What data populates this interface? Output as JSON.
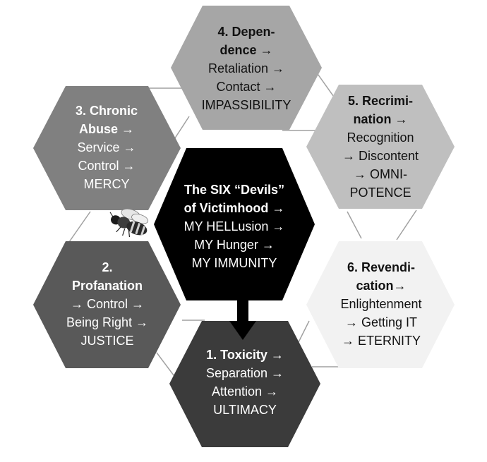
{
  "diagram": {
    "colors": {
      "center": "#000000",
      "hex1": "#3b3b3b",
      "hex2": "#595959",
      "hex3": "#808080",
      "hex4": "#a6a6a6",
      "hex5": "#bfbfbf",
      "hex6": "#f2f2f2",
      "connector": "#a0a0a0",
      "arrow": "#000000"
    },
    "center": {
      "line1": "The SIX “Devils”",
      "line2": "of Victimhood →",
      "line3": "MY HELLusion →",
      "line4": "MY Hunger →",
      "line5": "MY IMMUNITY"
    },
    "hex1": {
      "line1": "1. Toxicity →",
      "line2": "Separation →",
      "line3": "Attention →",
      "line4": "ULTIMACY"
    },
    "hex2": {
      "line1": "2.",
      "line2": "Profanation",
      "line3": "→ Control →",
      "line4": "Being Right →",
      "line5": "JUSTICE"
    },
    "hex3": {
      "line1": "3. Chronic",
      "line2": "Abuse →",
      "line3": "Service →",
      "line4": "Control →",
      "line5": "MERCY"
    },
    "hex4": {
      "line1": "4. Depen-",
      "line2": "dence →",
      "line3": "Retaliation →",
      "line4": "Contact →",
      "line5": "IMPASSIBILITY"
    },
    "hex5": {
      "line1": "5. Recrimi-",
      "line2": "nation →",
      "line3": "Recognition",
      "line4": "→ Discontent",
      "line5": "→  OMNI-",
      "line6": "POTENCE"
    },
    "hex6": {
      "line1": "6. Revendi-",
      "line2": "cation→",
      "line3": "Enlightenment",
      "line4": "→ Getting IT",
      "line5": "→ ETERNITY"
    }
  }
}
